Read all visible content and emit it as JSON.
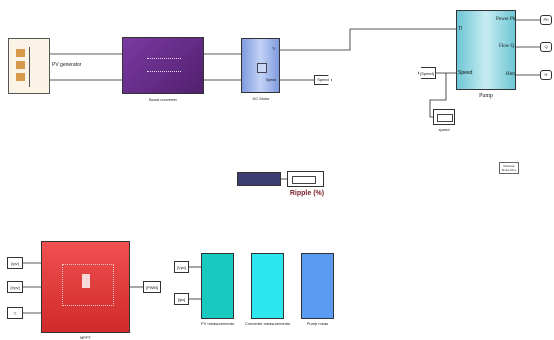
{
  "pv_generator": {
    "label": "PV generator"
  },
  "boost": {
    "label": "Boost converter"
  },
  "dc_motor": {
    "label": "DC Motor",
    "port_tl": "Tl",
    "port_speed": "Speed"
  },
  "speed_goto": {
    "label": "Speed"
  },
  "pump": {
    "label": "Pump",
    "in_tl": "Tl",
    "in_speed": "Speed",
    "out_power": "Power Ph",
    "out_flow": "Flow Q",
    "out_hmt": "Hmt",
    "tag_ph": "Ph",
    "tag_q": "Q",
    "tag_h": "H"
  },
  "speed_from": {
    "label": "[Speed]"
  },
  "speed_scope": {
    "label": "speed"
  },
  "discrete": {
    "line1": "Discrete",
    "line2": "Ts=1e-06 s."
  },
  "ripple": {
    "label": "Ripple (%)"
  },
  "mppt": {
    "label": "MPPT",
    "in1": "[Ipv]",
    "in2": "[Vpv]",
    "in3": "T",
    "out": "[PWM]"
  },
  "measurements": {
    "in1": "[Vpv]",
    "in2": "[Ipv]",
    "pv_label": "PV measurements",
    "conv_label": "Converter measurements",
    "pump_label": "Pump meas"
  },
  "colors": {
    "pv": "#d79a4a",
    "boost": "#6a2b8c",
    "motor": "#9fb8ea",
    "pump": "#a9dde6",
    "mppt": "#e03434",
    "pv_meas": "#18c9c1",
    "conv_meas": "#2ee6ef",
    "pump_meas": "#5a9cf2",
    "ripple_display": "#3c3d70"
  }
}
